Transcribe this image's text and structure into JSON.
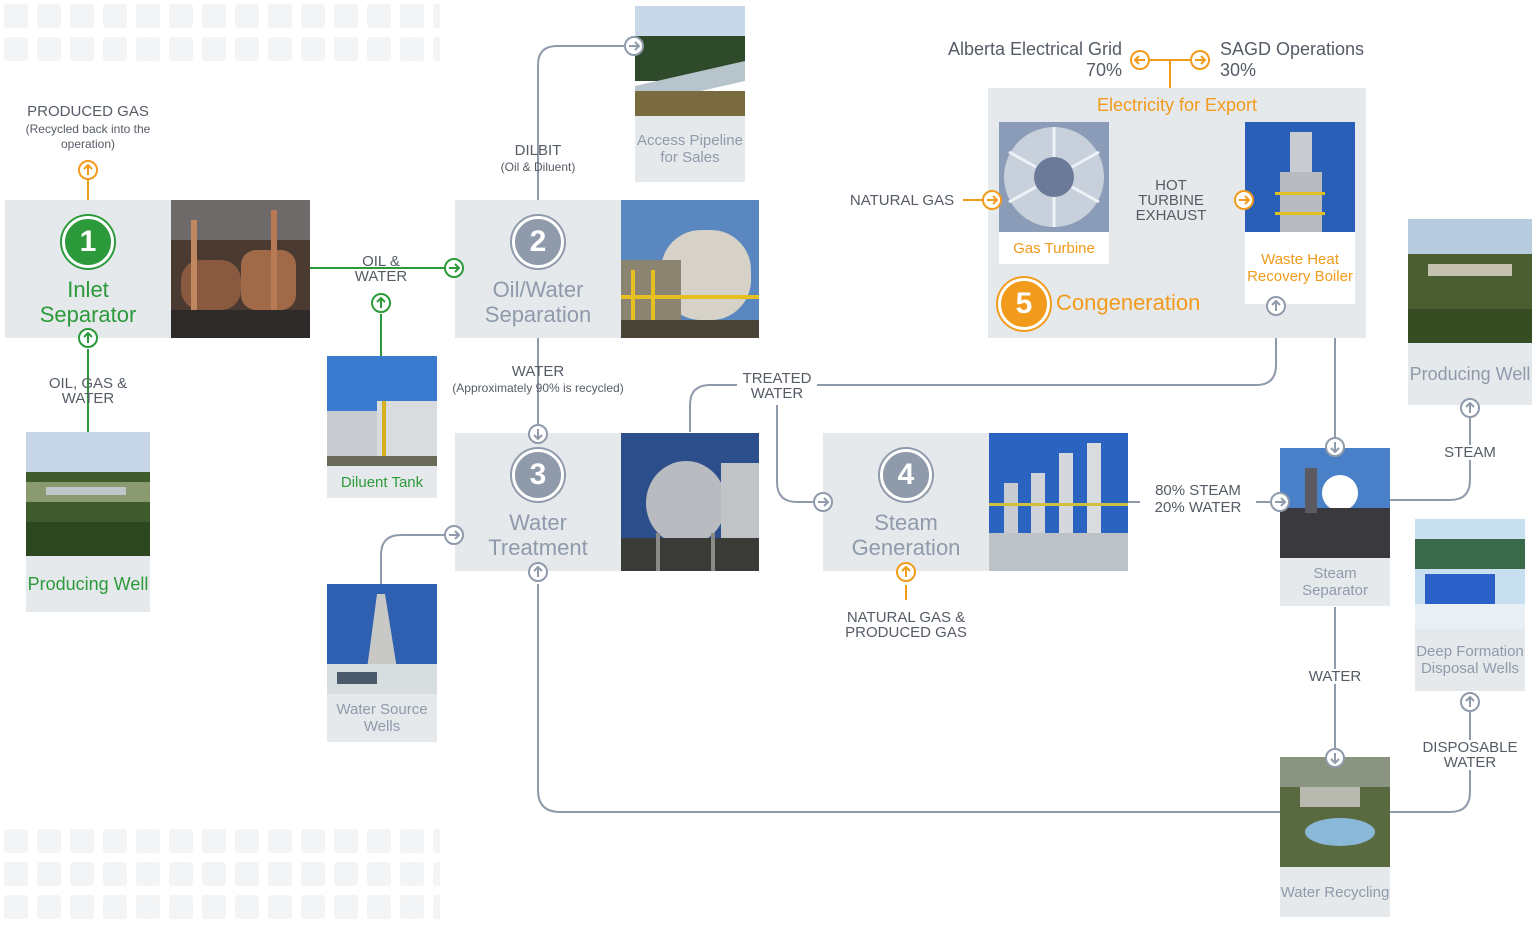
{
  "stages": {
    "inlet": {
      "number": "1",
      "title": "Inlet Separator"
    },
    "oilwater": {
      "number": "2",
      "title": "Oil/Water Separation"
    },
    "watertreat": {
      "number": "3",
      "title": "Water Treatment"
    },
    "steamgen": {
      "number": "4",
      "title": "Steam Generation"
    },
    "cogen": {
      "number": "5",
      "title": "Congeneration"
    }
  },
  "captions": {
    "producing_well_left": "Producing Well",
    "diluent_tank": "Diluent Tank",
    "access_pipeline": "Access Pipeline for Sales",
    "water_source_wells": "Water Source Wells",
    "gas_turbine": "Gas Turbine",
    "waste_heat_boiler": "Waste Heat Recovery Boiler",
    "producing_well_right": "Producing Well",
    "steam_separator": "Steam Separator",
    "deep_formation": "Deep Formation Disposal Wells",
    "water_recycling": "Water Recycling"
  },
  "labels": {
    "produced_gas": "PRODUCED GAS",
    "produced_gas_note": "(Recycled back into the operation)",
    "oil_gas_water": "OIL, GAS & WATER",
    "oil_water": "OIL & WATER",
    "dilbit": "DILBIT",
    "dilbit_note": "(Oil & Diluent)",
    "water": "WATER",
    "water_note": "(Approximately 90% is recycled)",
    "treated_water": "TREATED WATER",
    "natural_gas": "NATURAL GAS",
    "hot_turbine_exhaust": "HOT TURBINE EXHAUST",
    "electricity_export": "Electricity for Export",
    "alberta_grid": "Alberta Electrical Grid",
    "alberta_pct": "70%",
    "sagd_ops": "SAGD Operations",
    "sagd_pct": "30%",
    "steam_mix_1": "80% STEAM",
    "steam_mix_2": "20% WATER",
    "natural_produced_gas": "NATURAL GAS & PRODUCED GAS",
    "steam": "STEAM",
    "water_right": "WATER",
    "disposable_water": "DISPOSABLE WATER"
  },
  "colors": {
    "green": "#2c9a3a",
    "orange": "#f29a1b",
    "slate": "#8f9aab",
    "line": "#8f9aab",
    "panel": "#e6e9ec"
  }
}
